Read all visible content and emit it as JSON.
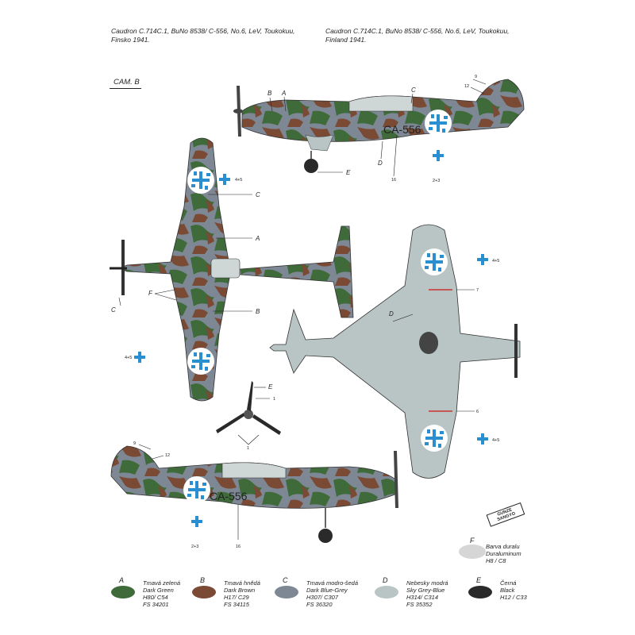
{
  "header": {
    "left": "Caudron C.714C.1, BuNo 8538/ C-556, No.6, LeV, Toukokuu,\nFinsko 1941.",
    "right": "Caudron C.714C.1, BuNo 8538/ C-556, No.6, LeV, Toukokuu,\nFinland 1941."
  },
  "camo_label": "CAM. B",
  "side_registration": "CA-556",
  "callouts": {
    "A": "A",
    "B": "B",
    "C": "C",
    "D": "D",
    "E": "E",
    "F": "F",
    "n1": "1",
    "n6": "6",
    "n7": "7",
    "n9": "9",
    "n12": "12",
    "n16": "16",
    "n23": "2+3",
    "n45": "4+5"
  },
  "legend": [
    {
      "letter": "A",
      "cz": "Tmavá zelená",
      "en": "Dark Green",
      "code": "H80/ C54",
      "fs": "FS 34201",
      "color": "#3f6a3a"
    },
    {
      "letter": "B",
      "cz": "Tmavá hnědá",
      "en": "Dark Brown",
      "code": "H17/ C29",
      "fs": "FS 34115",
      "color": "#7a4a35"
    },
    {
      "letter": "C",
      "cz": "Tmavá modro-šedá",
      "en": "Dark Blue-Grey",
      "code": "H307/ C307",
      "fs": "FS 36320",
      "color": "#7e8894"
    },
    {
      "letter": "D",
      "cz": "Nebesky modrá",
      "en": "Sky Grey-Blue",
      "code": "H314/ C314",
      "fs": "FS 35352",
      "color": "#b9c4c4"
    },
    {
      "letter": "E",
      "cz": "Černá",
      "en": "Black",
      "code": "H12 / C33",
      "fs": "",
      "color": "#2a2a2a"
    }
  ],
  "legend_f": {
    "letter": "F",
    "cz": "Barva duralu",
    "en": "Duraluminum",
    "code": "H8 / C8",
    "color": "#d6d6d6"
  },
  "logo": {
    "line1": "GUNZE",
    "line2": "SANGYO"
  },
  "colors": {
    "green": "#3f6a3a",
    "brown": "#7a4a35",
    "grey": "#7e8894",
    "sky": "#b9c4c4",
    "black": "#2a2a2a",
    "insignia": "#2a8fd0"
  }
}
